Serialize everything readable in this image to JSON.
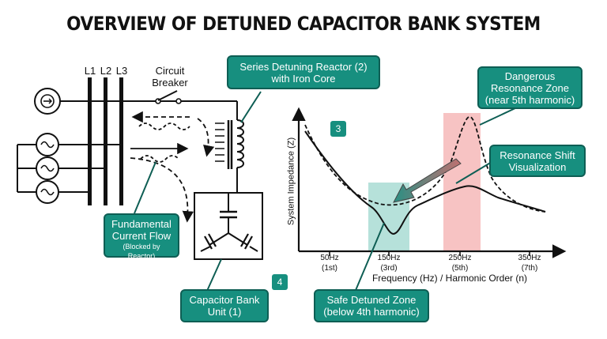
{
  "title": "OVERVIEW OF DETUNED CAPACITOR BANK SYSTEM",
  "lines": {
    "l1": "L1",
    "l2": "L2",
    "l3": "L3"
  },
  "breaker": {
    "line1": "Circuit",
    "line2": "Breaker"
  },
  "callouts": {
    "reactor": {
      "line1": "Series Detuning Reactor (2)",
      "line2": "with Iron Core"
    },
    "fundamental": {
      "line1": "Fundamental",
      "line2": "Current Flow",
      "sub": "(Blocked by Reactor)"
    },
    "capbank": {
      "line1": "Capacitor Bank",
      "line2": "Unit (1)"
    },
    "danger": {
      "line1": "Dangerous",
      "line2": "Resonance Zone",
      "line3": "(near 5th harmonic)"
    },
    "shift": {
      "line1": "Resonance Shift",
      "line2": "Visualization"
    },
    "safe": {
      "line1": "Safe Detuned Zone",
      "line2": "(below 4th harmonic)"
    }
  },
  "badges": {
    "b3": "3",
    "b4": "4"
  },
  "chart": {
    "ylabel": "System Impedance (Z)",
    "xlabel": "Frequency (Hz) / Harmonic Order (n)",
    "ticks": [
      {
        "f": "50Hz",
        "n": "(1st)"
      },
      {
        "f": "150Hz",
        "n": "(3rd)"
      },
      {
        "f": "250Hz",
        "n": "(5th)"
      },
      {
        "f": "350Hz",
        "n": "(7th)"
      }
    ]
  },
  "colors": {
    "teal": "#178f7f",
    "safe": "#a9dcd4",
    "danger": "#f6b8b8"
  }
}
